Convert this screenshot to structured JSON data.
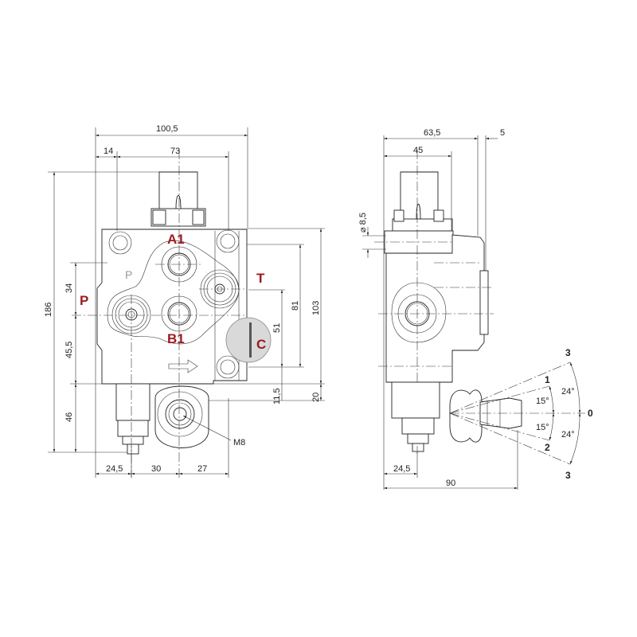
{
  "drawing": {
    "type": "hydraulic directional control valve - technical drawing",
    "front_view": {
      "port_labels": {
        "A1": "A1",
        "B1": "B1",
        "P": "P",
        "T": "T",
        "C": "C",
        "P_cast": "P"
      },
      "thread_label": "M8",
      "dimensions": {
        "overall_width": "100,5",
        "left_offset": "14",
        "hole_spacing": "73",
        "overall_height": "186",
        "p_top": "34",
        "p_to_bottom": "45,5",
        "spool_bottom": "46",
        "right_103": "103",
        "right_81": "81",
        "right_51": "51",
        "right_11_5": "11,5",
        "right_20": "20",
        "bottom_24_5": "24,5",
        "bottom_30": "30",
        "bottom_27": "27"
      }
    },
    "side_view": {
      "dimensions": {
        "width_63_5": "63,5",
        "width_45": "45",
        "offset_5": "5",
        "hole_dia": "⌀ 8,5",
        "bottom_24_5": "24,5",
        "length_90": "90"
      },
      "lever_positions": {
        "pos_0": "0",
        "pos_1": "1",
        "pos_2": "2",
        "pos_3_top": "3",
        "pos_3_bottom": "3"
      },
      "angles": {
        "up_15": "15°",
        "down_15": "15°",
        "up_24": "24°",
        "down_24": "24°"
      }
    },
    "colors": {
      "label_red": "#9b1b1f",
      "line": "#222222",
      "highlight_circle": "#d9d9d9"
    }
  }
}
